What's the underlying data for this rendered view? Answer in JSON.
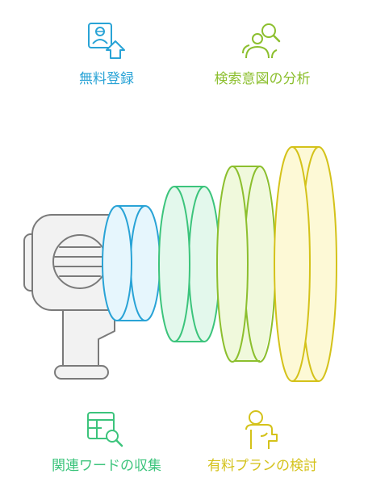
{
  "labels": {
    "top_left": "無料登録",
    "top_right": "検索意図の分析",
    "bottom_left": "関連ワードの収集",
    "bottom_right": "有料プランの検討"
  },
  "colors": {
    "blue": "#29a3d6",
    "teal": "#3cc47c",
    "green": "#8cbf2e",
    "yellow": "#d4c21a",
    "device_stroke": "#7a7a7a",
    "device_fill": "#f2f2f2"
  },
  "icons": {
    "top_left": "user-upload-icon",
    "top_right": "user-search-icon",
    "bottom_left": "table-search-icon",
    "bottom_right": "user-think-icon"
  }
}
